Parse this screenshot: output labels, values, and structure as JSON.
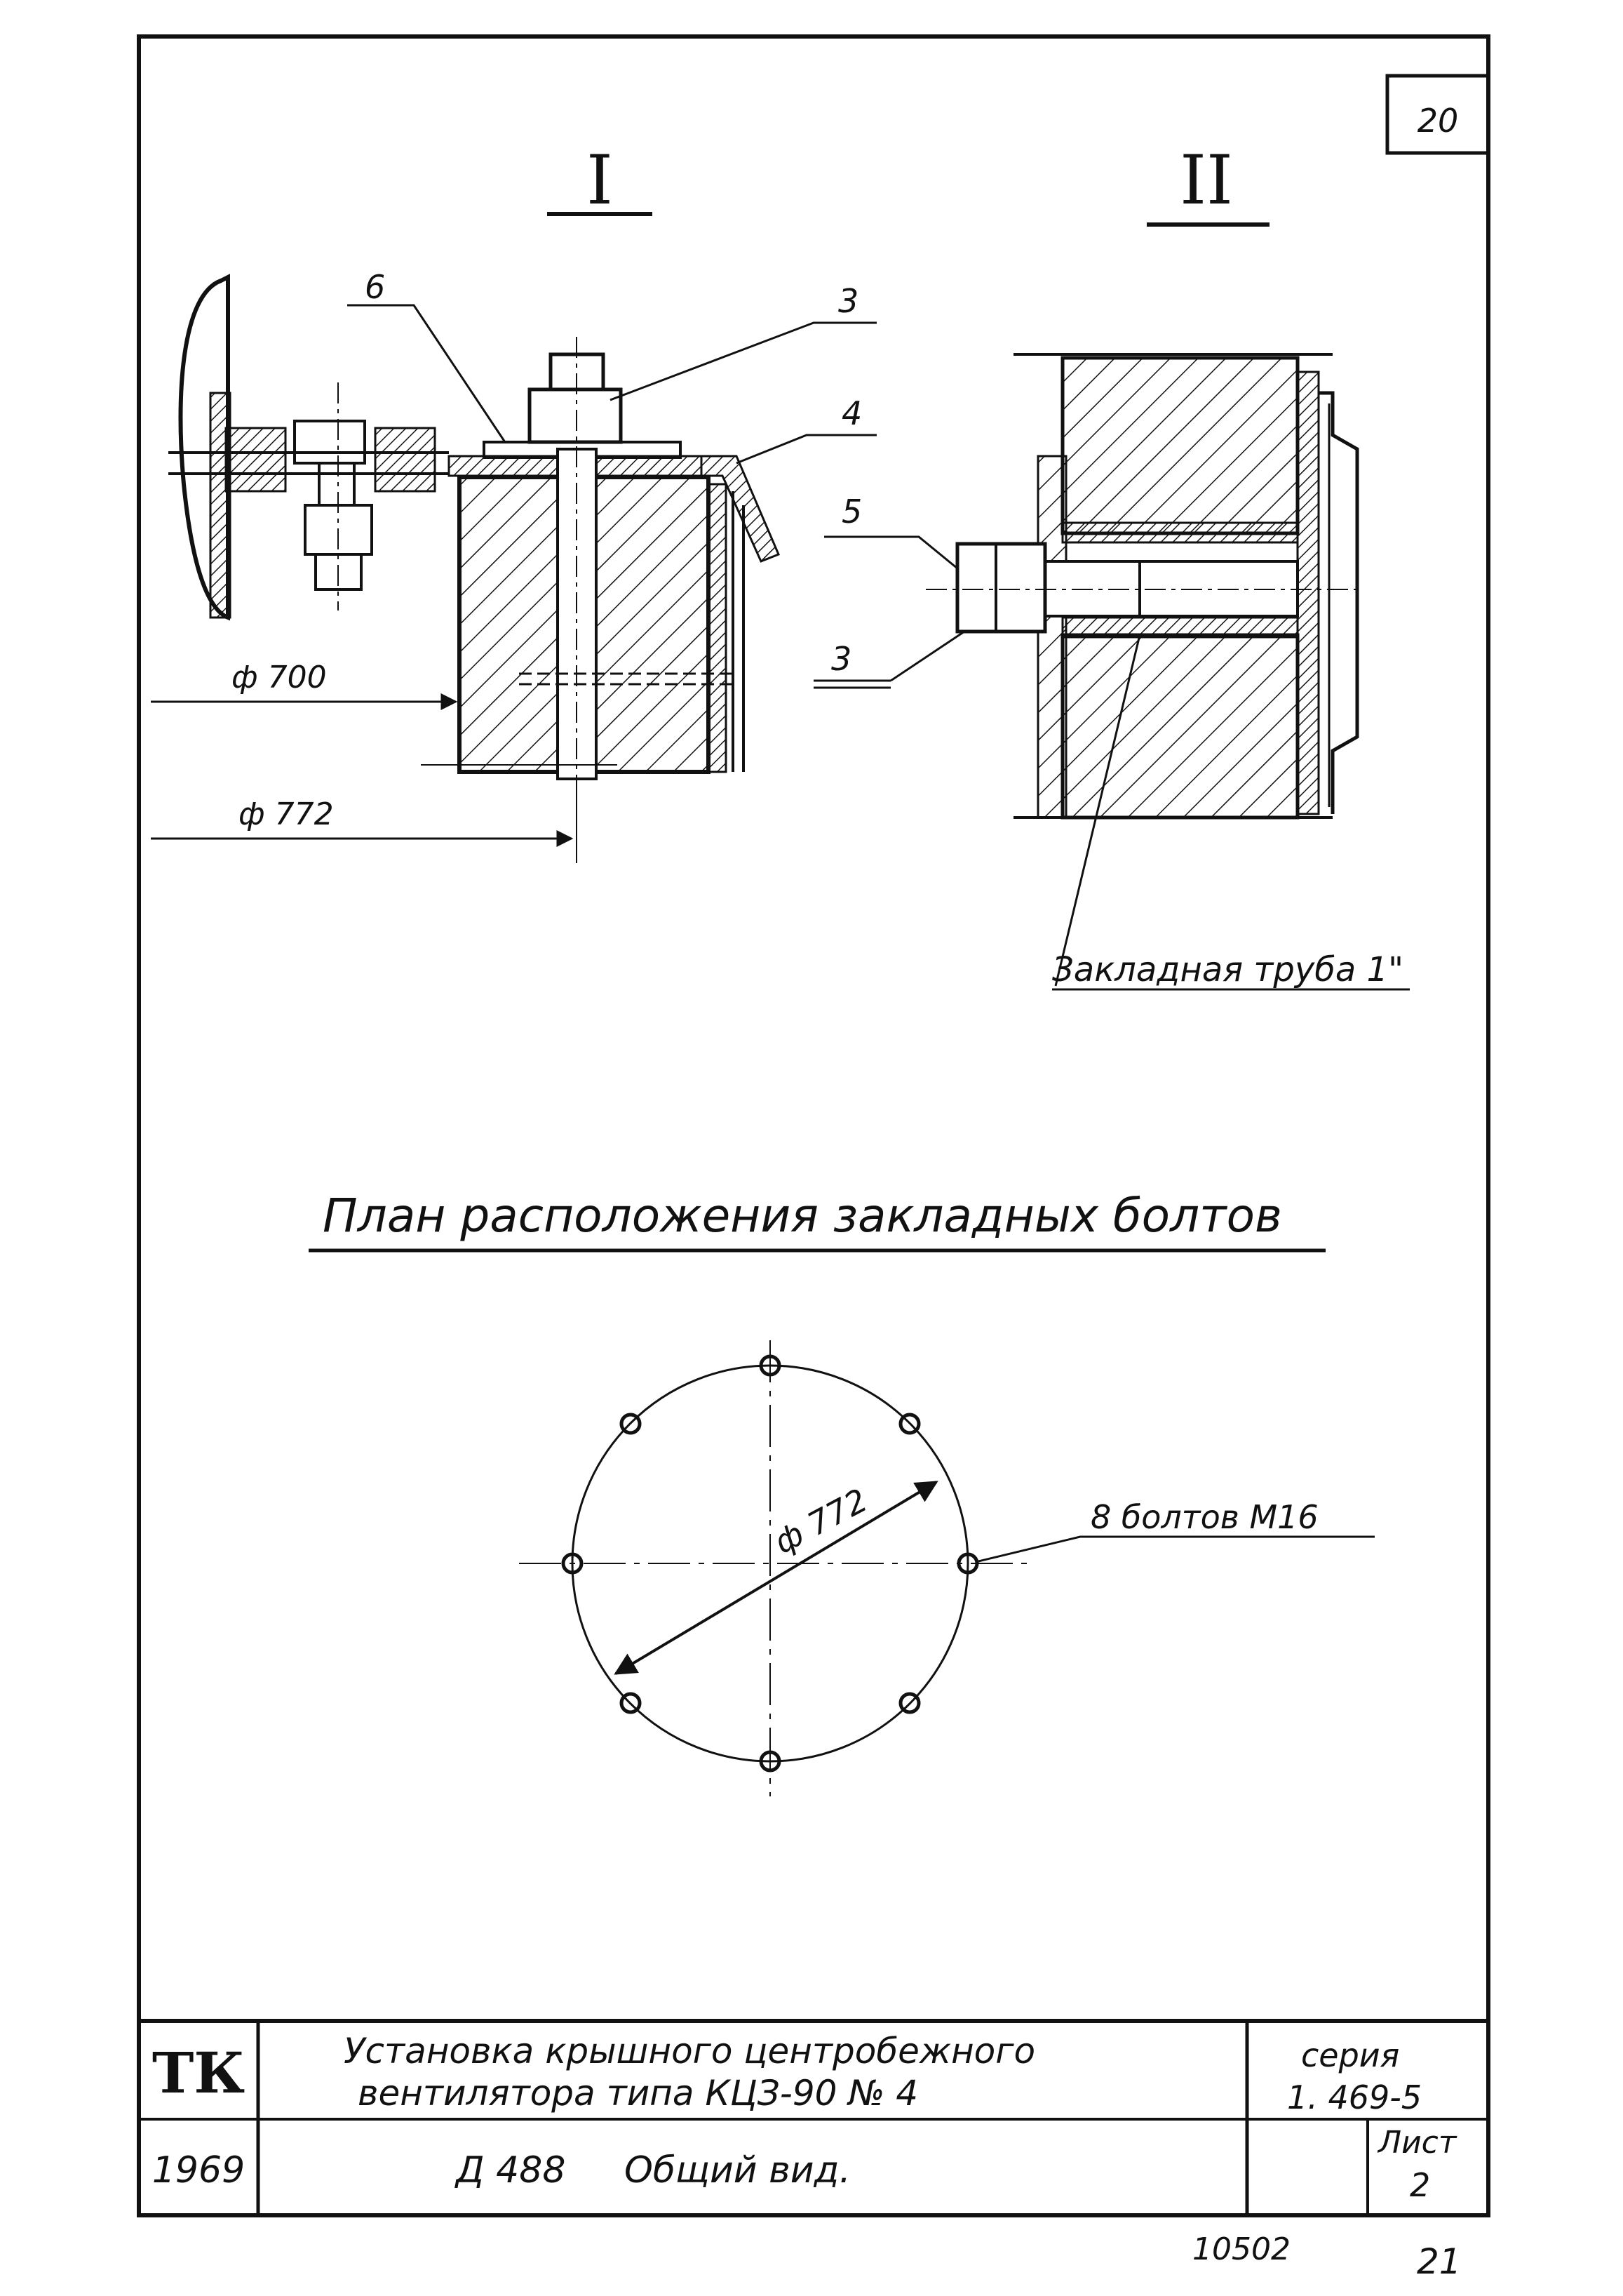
{
  "sheet": {
    "corner_number": "20",
    "bottom_code": "10502",
    "bottom_page": "21"
  },
  "view_one": {
    "title": "I",
    "callouts": [
      "6",
      "3",
      "4"
    ],
    "dim_inner": "ф 700",
    "dim_outer": "ф 772"
  },
  "view_two": {
    "title": "II",
    "callouts": [
      "5",
      "3"
    ],
    "pipe_note": "Закладная труба 1\""
  },
  "plan": {
    "title": "План расположения закладных болтов",
    "diameter": "ф 772",
    "bolts_note": "8 болтов М16"
  },
  "title_block": {
    "org": "ТК",
    "year": "1969",
    "title_line1": "Установка крышного центробежного",
    "title_line2": "вентилятора типа КЦЗ-90  № 4",
    "drawing_code": "Д 488",
    "drawing_name": "Общий вид.",
    "series_label": "серия",
    "series_value": "1. 469-5",
    "sheet_label": "Лист",
    "sheet_value": "2"
  }
}
